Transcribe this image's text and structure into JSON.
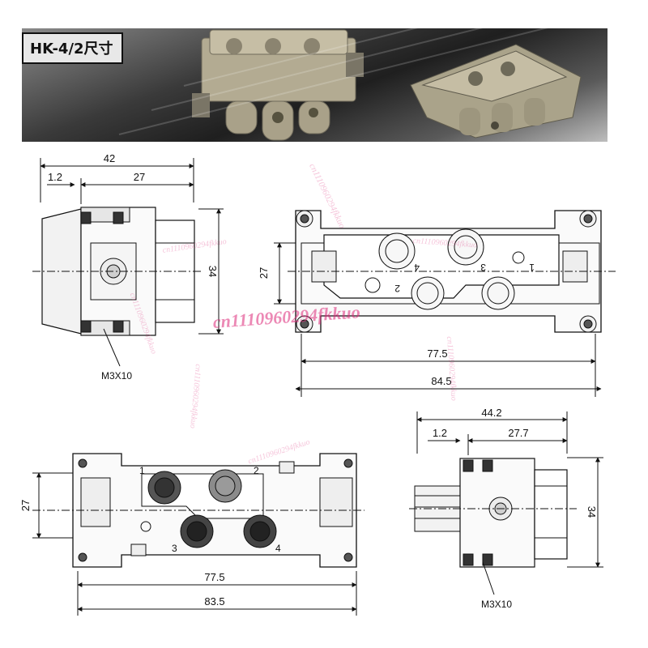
{
  "title": "HK-4/2尺寸",
  "colors": {
    "body": "#b8b09a",
    "dark": "#333333",
    "line": "#111111",
    "watermark": "#dc2878"
  },
  "views": {
    "side_top": {
      "overall": "42",
      "offset": "1.2",
      "inner": "27",
      "height": "34",
      "screw": "M3X10"
    },
    "top_right": {
      "height": "27",
      "inner_width": "77.5",
      "outer_width": "84.5",
      "pins": [
        "1",
        "2",
        "3",
        "4"
      ]
    },
    "bottom_left": {
      "height": "27",
      "inner_width": "77.5",
      "outer_width": "83.5",
      "pins": [
        "1",
        "2",
        "3",
        "4"
      ]
    },
    "side_bottom": {
      "overall": "44.2",
      "offset": "1.2",
      "inner": "27.7",
      "height": "34",
      "screw": "M3X10"
    }
  },
  "watermark": "cn1110960294fkkuo"
}
